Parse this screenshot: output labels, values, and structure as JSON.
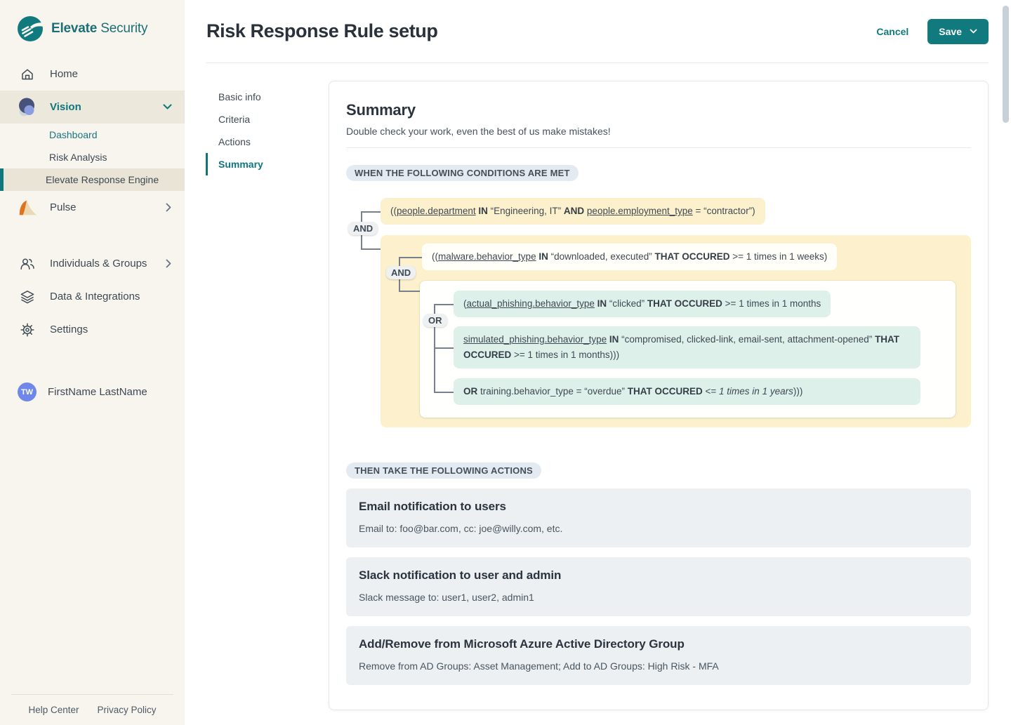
{
  "colors": {
    "accent_teal": "#117a7e",
    "sidebar_bg": "#f8f5ef",
    "sidebar_active_bg": "#ece8dc",
    "sidebar_selected_bg": "#e9e4d6",
    "condition_yellow": "#fcf1cc",
    "condition_mint": "#def0ea",
    "badge_bg": "#e3eaf1",
    "action_card_bg": "#edf0f2",
    "connector_gray": "#76818c",
    "pulse_orange": "#e0741e",
    "avatar_blue": "#6f87e8"
  },
  "sidebar": {
    "brand": {
      "bold": "Elevate",
      "regular": "Security"
    },
    "nav": [
      {
        "label": "Home",
        "icon": "home-icon"
      },
      {
        "label": "Vision",
        "icon": "vision-icon",
        "children": [
          {
            "label": "Dashboard"
          },
          {
            "label": "Risk Analysis"
          },
          {
            "label": "Elevate Response Engine",
            "selected": true
          }
        ]
      },
      {
        "label": "Pulse",
        "icon": "pulse-icon"
      },
      {
        "label": "Individuals & Groups",
        "icon": "people-icon"
      },
      {
        "label": "Data & Integrations",
        "icon": "layers-icon"
      },
      {
        "label": "Settings",
        "icon": "gear-icon"
      }
    ],
    "user": {
      "initials": "TW",
      "name": "FirstName LastName"
    },
    "footer": {
      "help_label": "Help Center",
      "privacy_label": "Privacy Policy"
    }
  },
  "header": {
    "title": "Risk Response Rule setup",
    "cancel_label": "Cancel",
    "save_label": "Save"
  },
  "subnav": {
    "items": [
      "Basic info",
      "Criteria",
      "Actions",
      "Summary"
    ],
    "active": "Summary"
  },
  "summary": {
    "title": "Summary",
    "subtitle": "Double check your work, even the best of us make mistakes!",
    "when_badge": "WHEN THE FOLLOWING CONDITIONS ARE MET",
    "then_badge": "THEN TAKE THE FOLLOWING ACTIONS",
    "operators": {
      "outer": "AND",
      "inner": "AND",
      "or_group": "OR"
    },
    "conditions": {
      "people": [
        {
          "t": "((",
          "s": "p"
        },
        {
          "t": "people.department",
          "s": "u"
        },
        {
          "t": " ",
          "s": "p"
        },
        {
          "t": "IN",
          "s": "b"
        },
        {
          "t": " “Engineering, IT” ",
          "s": "p"
        },
        {
          "t": "AND",
          "s": "b"
        },
        {
          "t": " ",
          "s": "p"
        },
        {
          "t": "people.employment_type",
          "s": "u"
        },
        {
          "t": " = “contractor”)",
          "s": "p"
        }
      ],
      "malware": [
        {
          "t": "((",
          "s": "p"
        },
        {
          "t": "malware.behavior_type",
          "s": "u"
        },
        {
          "t": " ",
          "s": "p"
        },
        {
          "t": "IN",
          "s": "b"
        },
        {
          "t": " “downloaded, executed” ",
          "s": "p"
        },
        {
          "t": "THAT OCCURED",
          "s": "b"
        },
        {
          "t": " >= 1 times in 1 weeks)",
          "s": "p"
        }
      ],
      "actual_phishing": [
        {
          "t": "(",
          "s": "p"
        },
        {
          "t": "actual_phishing.behavior_type",
          "s": "u"
        },
        {
          "t": " ",
          "s": "p"
        },
        {
          "t": "IN",
          "s": "b"
        },
        {
          "t": " “clicked” ",
          "s": "p"
        },
        {
          "t": "THAT OCCURED",
          "s": "b"
        },
        {
          "t": " >= 1 times in 1 months",
          "s": "p"
        }
      ],
      "simulated_phishing": [
        {
          "t": "simulated_phishing.behavior_type",
          "s": "u"
        },
        {
          "t": " ",
          "s": "p"
        },
        {
          "t": "IN",
          "s": "b"
        },
        {
          "t": " “compromised, clicked-link, email-sent, attachment-opened” ",
          "s": "p"
        },
        {
          "t": "THAT OCCURED",
          "s": "b"
        },
        {
          "t": " >= 1 times in 1 months)))",
          "s": "p"
        }
      ],
      "training": [
        {
          "t": "OR",
          "s": "b"
        },
        {
          "t": " training.behavior_type = “overdue” ",
          "s": "p"
        },
        {
          "t": "THAT OCCURED",
          "s": "b"
        },
        {
          "t": " <= ",
          "s": "p"
        },
        {
          "t": "1 times in 1 years",
          "s": "i"
        },
        {
          "t": ")))",
          "s": "p"
        }
      ]
    },
    "actions": [
      {
        "title": "Email notification to users",
        "detail": "Email to: foo@bar.com, cc: joe@willy.com, etc."
      },
      {
        "title": "Slack notification to user and admin",
        "detail": "Slack message to: user1, user2, admin1"
      },
      {
        "title": "Add/Remove from Microsoft Azure Active Directory Group",
        "detail": "Remove from AD Groups: Asset Management; Add to AD Groups: High Risk - MFA"
      }
    ]
  }
}
